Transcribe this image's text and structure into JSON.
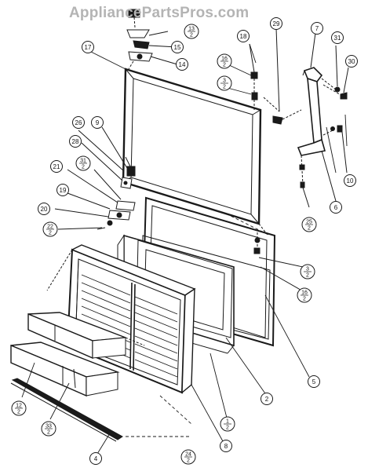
{
  "watermark": "AppliancePartsPros.com",
  "line_color": "#1a1a1a",
  "callouts": [
    {
      "id": "c17",
      "text": "17"
    },
    {
      "id": "c13",
      "text": "13",
      "frac": true,
      "den": "2"
    },
    {
      "id": "c15",
      "text": "15"
    },
    {
      "id": "c14",
      "text": "14"
    },
    {
      "id": "c18",
      "text": "18"
    },
    {
      "id": "c16a",
      "text": "16",
      "frac": true,
      "den": "2"
    },
    {
      "id": "c3a",
      "text": "3",
      "frac": true,
      "den": "2"
    },
    {
      "id": "c29",
      "text": "29"
    },
    {
      "id": "c7",
      "text": "7"
    },
    {
      "id": "c31",
      "text": "31"
    },
    {
      "id": "c30",
      "text": "30"
    },
    {
      "id": "c26",
      "text": "26"
    },
    {
      "id": "c9",
      "text": "9"
    },
    {
      "id": "c28",
      "text": "28"
    },
    {
      "id": "c21",
      "text": "21"
    },
    {
      "id": "c31b",
      "text": "31",
      "frac": true,
      "den": "2"
    },
    {
      "id": "c19",
      "text": "19"
    },
    {
      "id": "c20",
      "text": "20"
    },
    {
      "id": "c22",
      "text": "22",
      "frac": true,
      "den": "2"
    },
    {
      "id": "c10",
      "text": "10"
    },
    {
      "id": "c6",
      "text": "6"
    },
    {
      "id": "c25",
      "text": "25",
      "frac": true,
      "den": "2"
    },
    {
      "id": "c3b",
      "text": "3",
      "frac": true,
      "den": "2"
    },
    {
      "id": "c16b",
      "text": "16",
      "frac": true,
      "den": "2"
    },
    {
      "id": "c5",
      "text": "5"
    },
    {
      "id": "c2",
      "text": "2"
    },
    {
      "id": "c1",
      "text": "1",
      "frac": true,
      "den": "2"
    },
    {
      "id": "c12",
      "text": "12",
      "frac": true,
      "den": "2"
    },
    {
      "id": "c33",
      "text": "33",
      "frac": true,
      "den": "2"
    },
    {
      "id": "c4",
      "text": "4"
    },
    {
      "id": "c24",
      "text": "24",
      "frac": true,
      "den": "2"
    },
    {
      "id": "c8",
      "text": "8"
    }
  ]
}
